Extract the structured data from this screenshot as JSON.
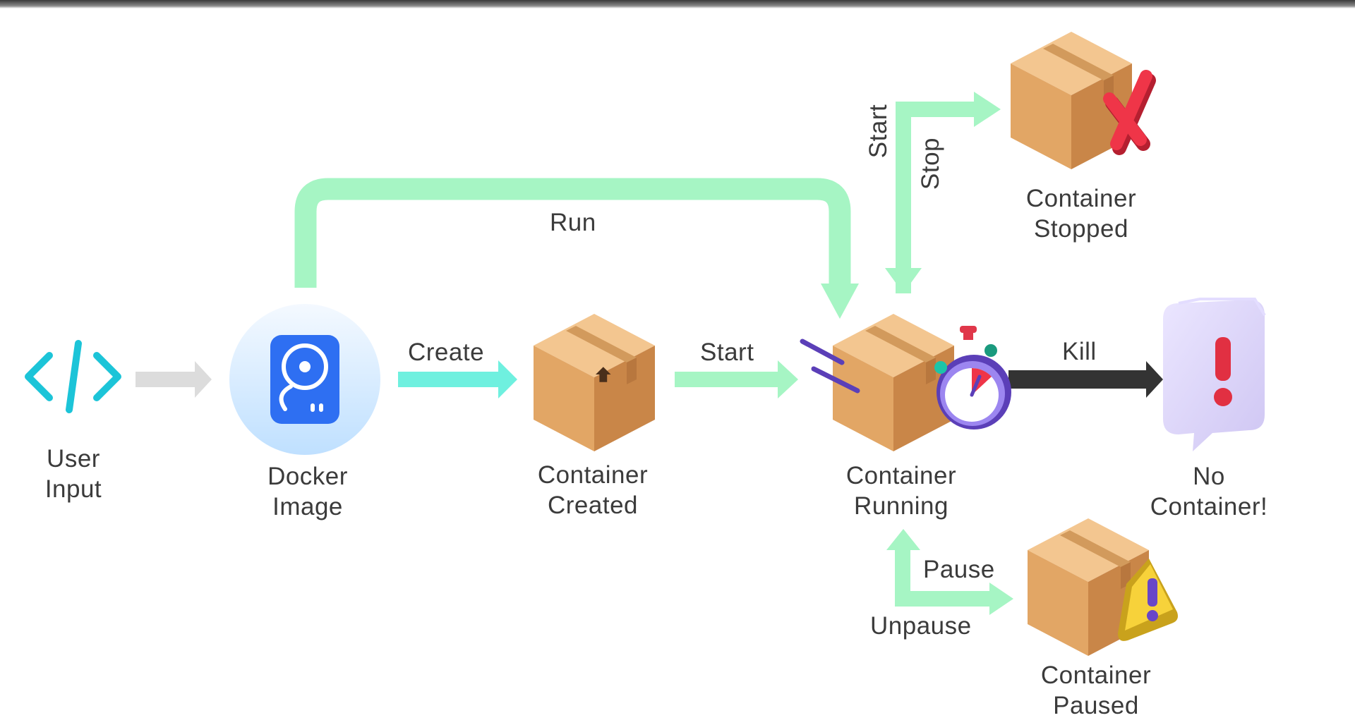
{
  "nodes": {
    "user_input": {
      "line1": "User",
      "line2": "Input"
    },
    "docker_image": {
      "line1": "Docker",
      "line2": "Image"
    },
    "container_created": {
      "line1": "Container",
      "line2": "Created"
    },
    "container_running": {
      "line1": "Container",
      "line2": "Running"
    },
    "container_stopped": {
      "line1": "Container",
      "line2": "Stopped"
    },
    "no_container": {
      "line1": "No",
      "line2": "Container!"
    },
    "container_paused": {
      "line1": "Container",
      "line2": "Paused"
    }
  },
  "edges": {
    "run": "Run",
    "create": "Create",
    "start": "Start",
    "kill": "Kill",
    "start_stopped": "Start",
    "stop": "Stop",
    "pause": "Pause",
    "unpause": "Unpause"
  },
  "colors": {
    "green_arrow": "#a6f5c4",
    "cyan_arrow": "#6ff0df",
    "gray_arrow": "#dcdcdc",
    "kill_arrow": "#333333",
    "box_top": "#f2c48e",
    "box_left": "#e0a464",
    "box_right": "#c98648",
    "tape": "#c98a4e",
    "text": "#3b3b3b",
    "code_icon": "#1cc4d8",
    "red_x": "#ef3548",
    "warning_yellow": "#f7d23a",
    "purple": "#7a5cd6"
  },
  "icons": {
    "user_input": "code-icon",
    "docker_image": "hard-drive-icon",
    "container_created": "box-icon",
    "container_running": "box-icon",
    "stopwatch": "stopwatch-icon",
    "container_stopped": "box-icon",
    "close": "red-x-icon",
    "no_container": "chat-alert-icon",
    "container_paused": "box-icon",
    "warning": "warning-icon"
  }
}
